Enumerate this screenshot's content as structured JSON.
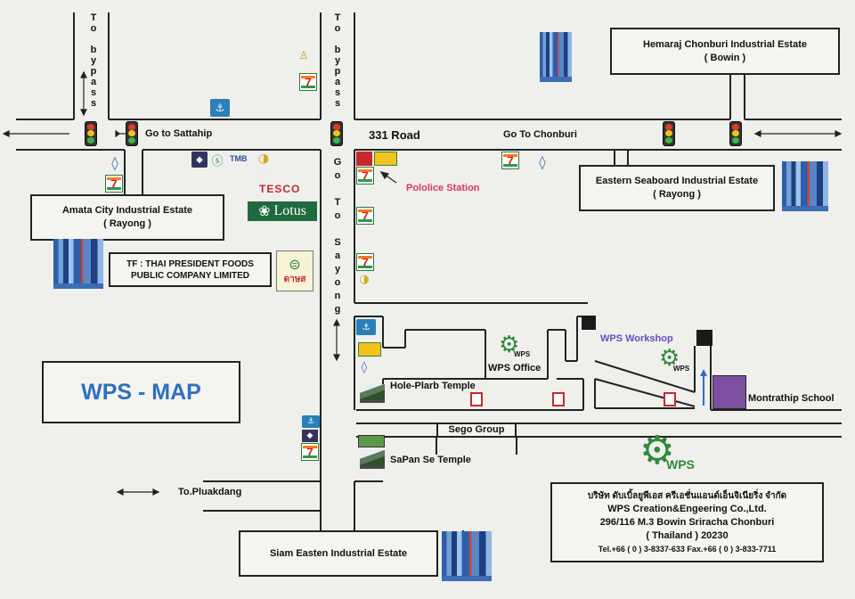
{
  "map": {
    "title": "WPS - MAP",
    "roads": {
      "road_331": "331 Road",
      "go_to_sattahip": "Go to Sattahip",
      "go_to_chonburi": "Go To Chonburi",
      "to_bypass": "To bypass",
      "go_to_sayong": "Go To Sayong",
      "to_pluakdang": "To.Pluakdang"
    },
    "places": {
      "hemaraj": {
        "line1": "Hemaraj Chonburi Industrial Estate",
        "line2": "( Bowin )"
      },
      "eastern_seaboard": {
        "line1": "Eastern Seaboard Industrial Estate",
        "line2": "( Rayong )"
      },
      "amata": {
        "line1": "Amata City Industrial Estate",
        "line2": "( Rayong )"
      },
      "thai_president": {
        "line1": "TF : THAI PRESIDENT FOODS",
        "line2": "PUBLIC COMPANY LIMITED"
      },
      "siam_easten": "Siam Easten Industrial Estate",
      "police_station": "Pololice Station",
      "wps_office": "WPS Office",
      "wps_workshop": "WPS Workshop",
      "montrathip_school": "Montrathip School",
      "hole_plarb_temple": "Hole-Plarb Temple",
      "sego_group": "Sego Group",
      "sapan_se_temple": "SaPan Se Temple"
    },
    "brands": {
      "tesco": "TESCO",
      "lotus": "Lotus",
      "tmb": "TMB",
      "seven": "7",
      "wps_logo": "WPS",
      "thai_text": "ดาษส"
    },
    "company": {
      "thai_name": "บริษัท ดับเบิ้ลยูพีเอส ครีเอชั่นแอนด์เอ็นจิเนียริ่ง จำกัด",
      "name": "WPS Creation&Engeering Co.,Ltd.",
      "address": "296/116 M.3 Bowin Sriracha Chonburi",
      "country": "( Thailand ) 20230",
      "contact": "Tel.+66 ( 0 ) 3-8337-633 Fax.+66 ( 0 ) 3-833-7711"
    },
    "colors": {
      "road_line": "#222222",
      "title_blue": "#2f6fc0",
      "police_red": "#d4356a",
      "workshop_purple": "#6a4bc4",
      "gear_green": "#2f8a3b",
      "school_purple": "#7c4fa0"
    }
  }
}
